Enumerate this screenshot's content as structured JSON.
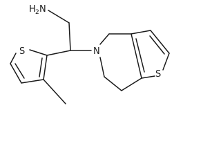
{
  "molecule": {
    "atoms": {
      "amine_n": "N",
      "amine_h": "H",
      "amine_h_count": "2",
      "thiophene_a_s": "S",
      "ring_n": "N",
      "thiophene_b_s": "S"
    }
  }
}
